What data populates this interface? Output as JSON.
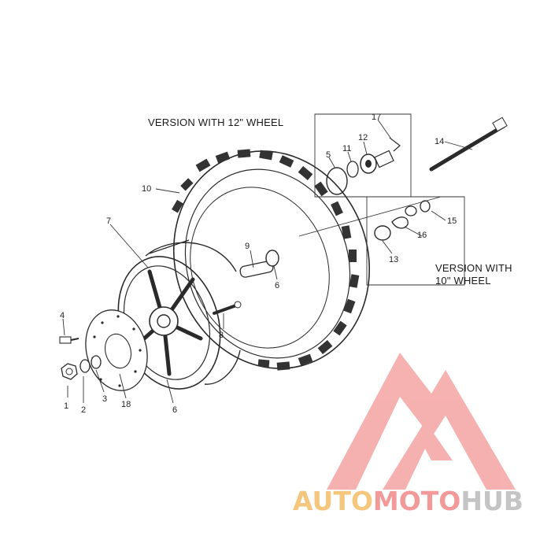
{
  "captions": {
    "wheel12": "VERSION WITH 12\" WHEEL",
    "wheel10_line1": "VERSION WITH",
    "wheel10_line2": "10\" WHEEL"
  },
  "callouts": {
    "p1": "1",
    "p2": "2",
    "p3": "3",
    "p4": "4",
    "p5": "5",
    "p6a": "6",
    "p6b": "6",
    "p7": "7",
    "p8": "8",
    "p9": "9",
    "p10": "10",
    "p11": "11",
    "p12": "12",
    "p13": "13",
    "p14": "14",
    "p15": "15",
    "p16": "16",
    "p17": "17",
    "p18": "18"
  },
  "watermark": {
    "word_part1": "AUTO",
    "word_part2": "MOTO",
    "word_part3": "HUB",
    "color_part1": "#f5c77e",
    "color_part2": "#f29a9a",
    "color_part3": "#c4c4c4",
    "logo_color": "#f4a3a3"
  }
}
